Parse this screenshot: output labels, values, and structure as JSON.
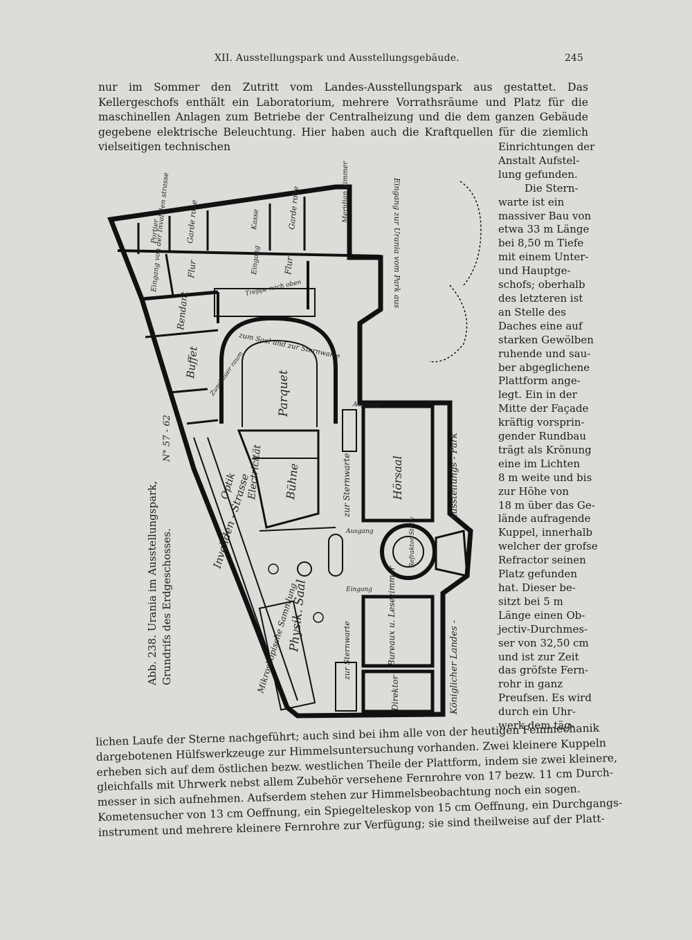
{
  "header": {
    "running_title": "XII. Ausstellungspark und Ausstellungsgebäude.",
    "page_number": "245"
  },
  "body_top": "nur im Sommer den Zutritt vom Landes-Ausstellungspark aus gestattet. Das Kellergeschofs enthält ein Laboratorium, mehrere Vorrathsräume und Platz für die maschinellen Anlagen zum Betriebe der Centralheizung und die dem ganzen Gebäude gegebene elektrische Beleuchtung. Hier haben auch die Kraftquellen für die ziemlich vielseitigen technischen",
  "side_lines": [
    "Einrichtungen der",
    "Anstalt Aufstel-",
    "lung gefunden.",
    "Die Stern-",
    "warte ist ein",
    "massiver Bau von",
    "etwa 33 m Länge",
    "bei 8,50 m Tiefe",
    "mit einem Unter-",
    "und Hauptge-",
    "schofs; oberhalb",
    "des letzteren ist",
    "an Stelle des",
    "Daches eine auf",
    "starken Gewölben",
    "ruhende und sau-",
    "ber abgeglichene",
    "Plattform ange-",
    "legt. Ein in der",
    "Mitte der Façade",
    "kräftig vorsprin-",
    "gender Rundbau",
    "trägt als Krönung",
    "eine im Lichten",
    "8 m weite und bis",
    "zur Höhe von",
    "18 m über das Ge-",
    "lände aufragende",
    "Kuppel, innerhalb",
    "welcher der grofse",
    "Refractor seinen",
    "Platz gefunden",
    "hat. Dieser be-",
    "sitzt bei 5 m",
    "Länge einen Ob-",
    "jectiv-Durchmes-",
    "ser von 32,50 cm",
    "und ist zur Zeit",
    "das gröfste Fern-",
    "rohr in ganz",
    "Preufsen. Es wird",
    "durch ein Uhr-",
    "werk dem täg-"
  ],
  "bottom_lines": [
    "lichen Laufe der Sterne nachgeführt; auch sind bei ihm alle von der heutigen Feinmechanik",
    "dargebotenen Hülfswerkzeuge zur Himmelsuntersuchung vorhanden. Zwei kleinere Kuppeln",
    "erheben sich auf dem östlichen bezw. westlichen Theile der Plattform, indem sie zwei kleinere,",
    "gleichfalls mit Uhrwerk nebst allem Zubehör versehene Fernrohre von 17 bezw. 11 cm Durch-",
    "messer in sich aufnehmen. Aufserdem stehen zur Himmelsbeobachtung noch ein sogen.",
    "Kometensucher von 13 cm Oeffnung, ein Spiegelteleskop von 15 cm Oeffnung, ein Durchgangs-",
    "instrument und mehrere kleinere Fernrohre zur Verfügung; sie sind theilweise auf der Platt-"
  ],
  "figure": {
    "caption_line1": "Abb. 238. Urania im Ausstellungspark,",
    "caption_line2": "Grundrifs des Erdgeschosses.",
    "labels": {
      "street": "Invaliden - Strasse",
      "street_no": "N° 57 - 62",
      "optik": "Optik",
      "elektricitaet": "Electricität",
      "buehne": "Bühne",
      "parquet": "Parquet",
      "buffet": "Buffet",
      "rendant": "Rendant",
      "hoersaal": "Hörsaal",
      "mikroskop": "Mikroskopische Sammlung",
      "physik_saal": "Physik. Saal",
      "sternwarte_big": "zur Sternwarte",
      "sternwarte_small": "zur Sternwarte",
      "bureaux": "Bureaux u. Lesezimmer",
      "direktor": "Direktor",
      "park_left": "Königlicher Landes -",
      "park_right": "Ausstellungs - Park",
      "eingang_park": "Eingang zur Urania vom Park aus",
      "eingang_invaliden": "Eingang von der Invaliden strasse",
      "portier": "Portier",
      "garderobe1": "Garde robe",
      "garderobe2": "Garde robe",
      "flur1": "Flur",
      "flur2": "Flur",
      "kasse": "Kasse",
      "eingang": "Eingang",
      "meridian": "Meridian Zimmer",
      "treppe_oben": "Treppe nach oben",
      "zum_saal": "zum Saal und zur Sternwarte",
      "aufgang": "Aufgang",
      "zuschauer": "Zuschauer raum",
      "refraktor": "Refraktor Stativ",
      "ausgang": "Ausgang",
      "eingang_saal": "Eingang"
    }
  },
  "colors": {
    "paper": "#dcdcd9",
    "ink": "#1c1c1c",
    "wall": "#111111"
  }
}
